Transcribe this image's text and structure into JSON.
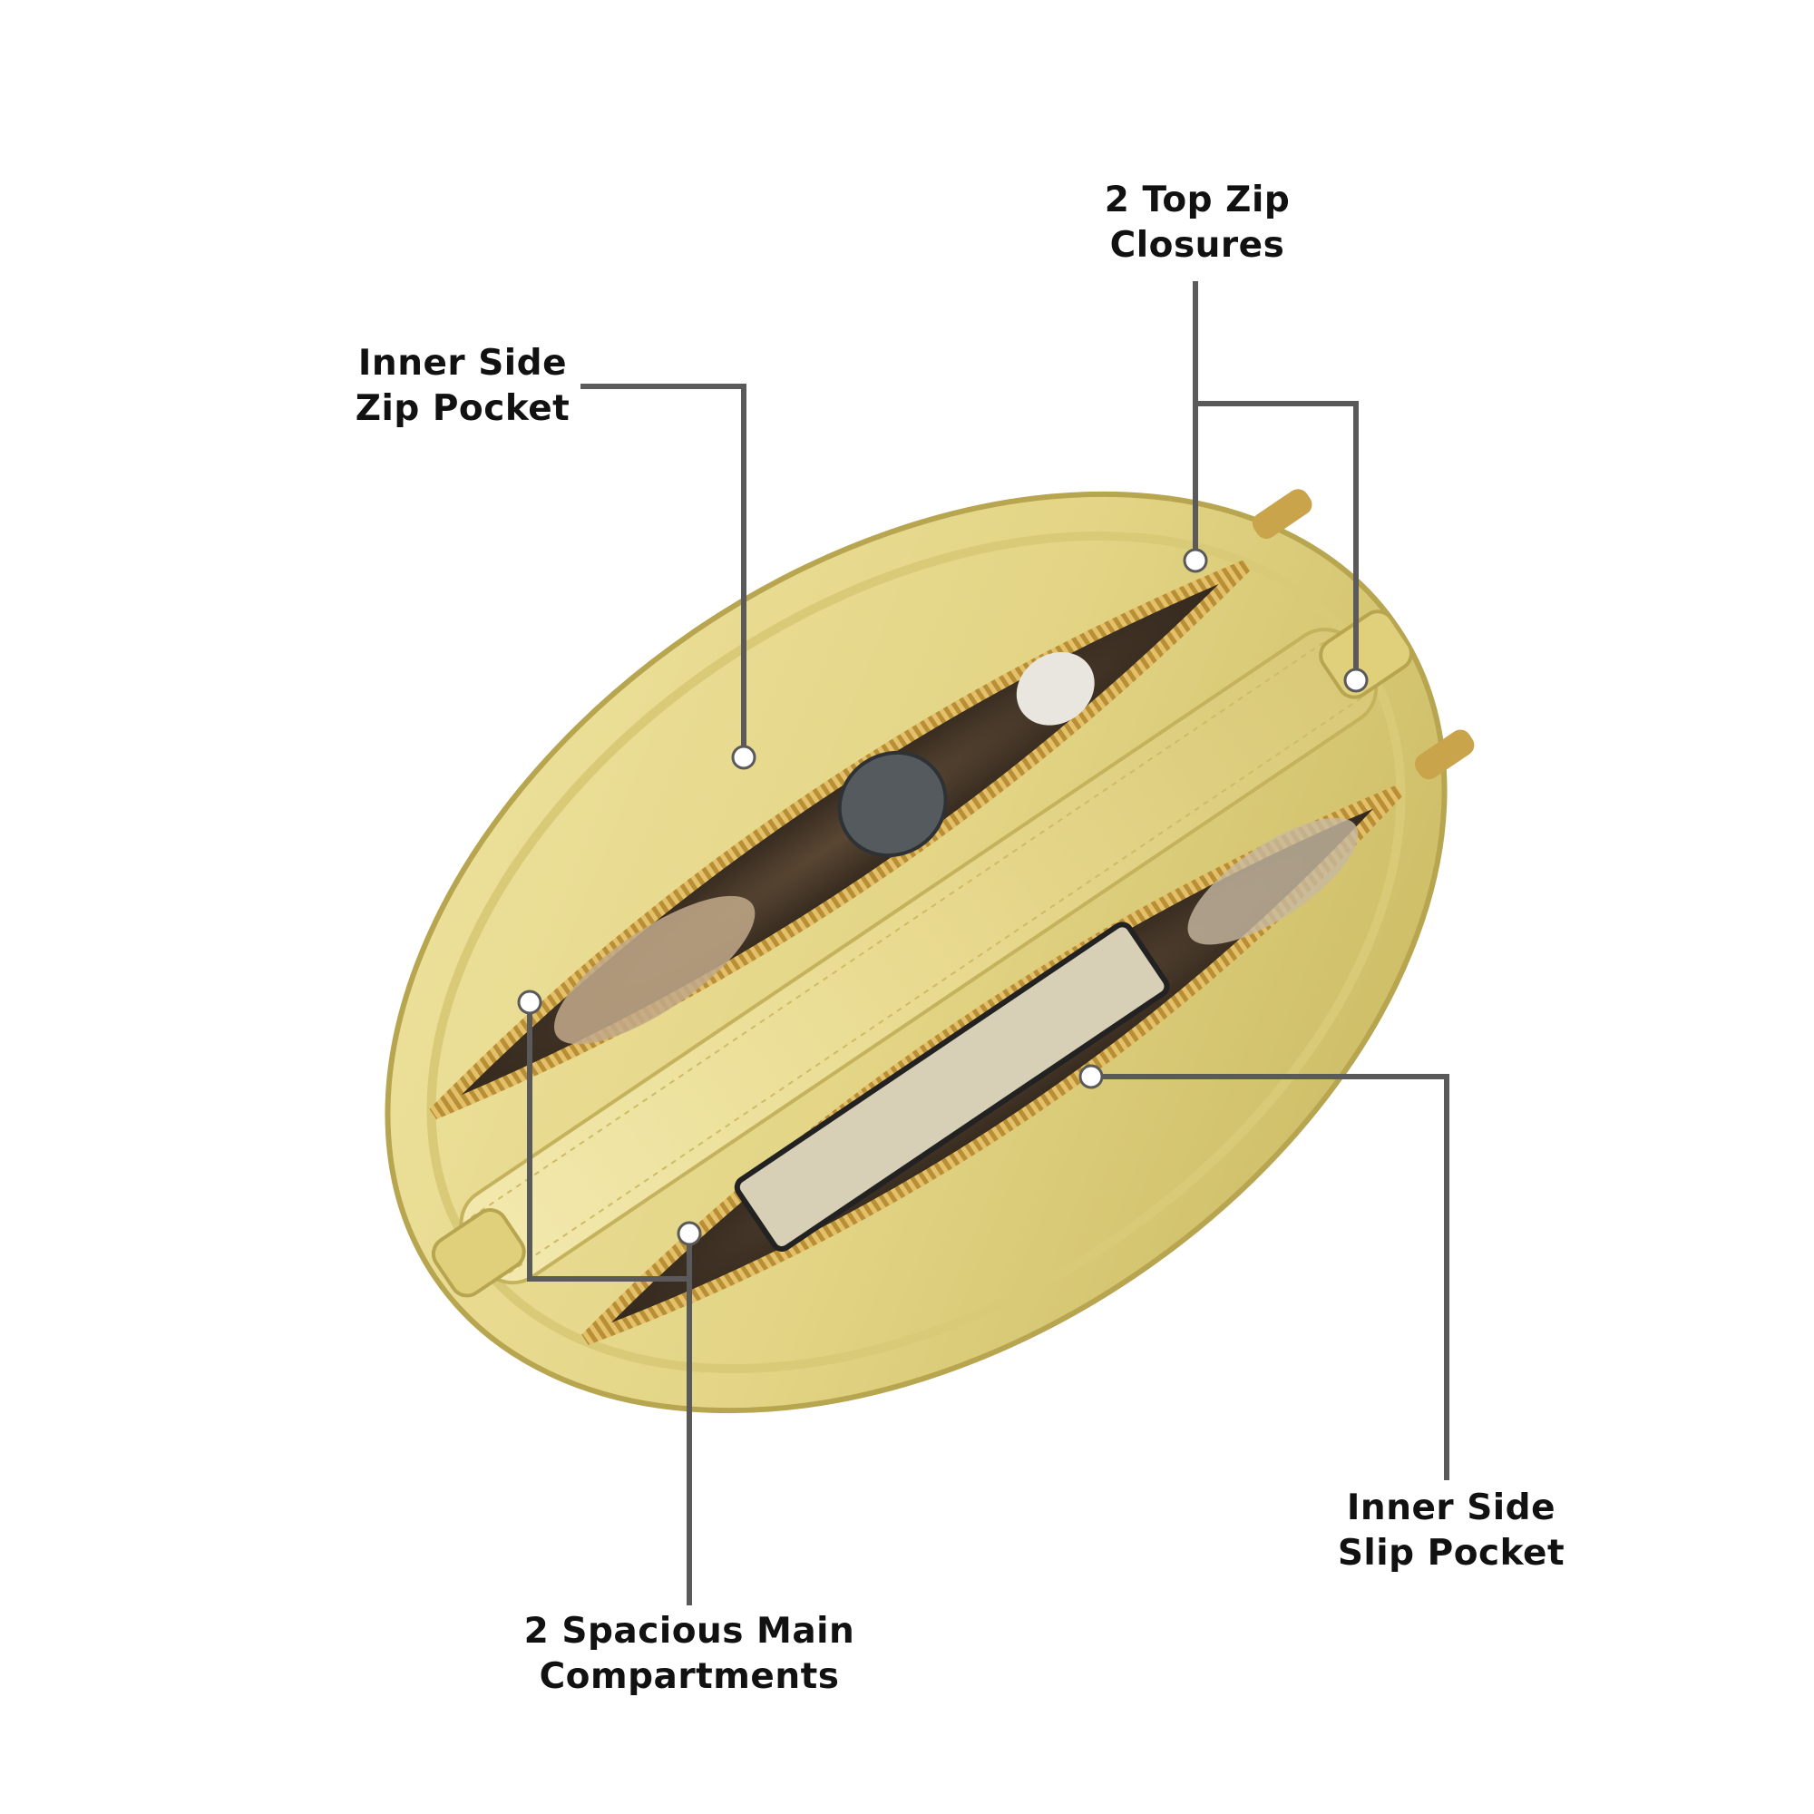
{
  "background_color": "#ffffff",
  "bag_colors": {
    "leather": "#e6d98a",
    "leather_shadow": "#b9a94e",
    "lining": "#3a2e22",
    "zipper": "#c9a44a",
    "leader_line": "#5a5a5a"
  },
  "callouts": {
    "top_zip": {
      "line1": "2 Top Zip",
      "line2": "Closures"
    },
    "zip_pocket": {
      "line1": "Inner Side",
      "line2": "Zip Pocket"
    },
    "slip_pocket": {
      "line1": "Inner Side",
      "line2": "Slip Pocket"
    },
    "main_compartments": {
      "line1": "2 Spacious Main",
      "line2": "Compartments"
    }
  }
}
